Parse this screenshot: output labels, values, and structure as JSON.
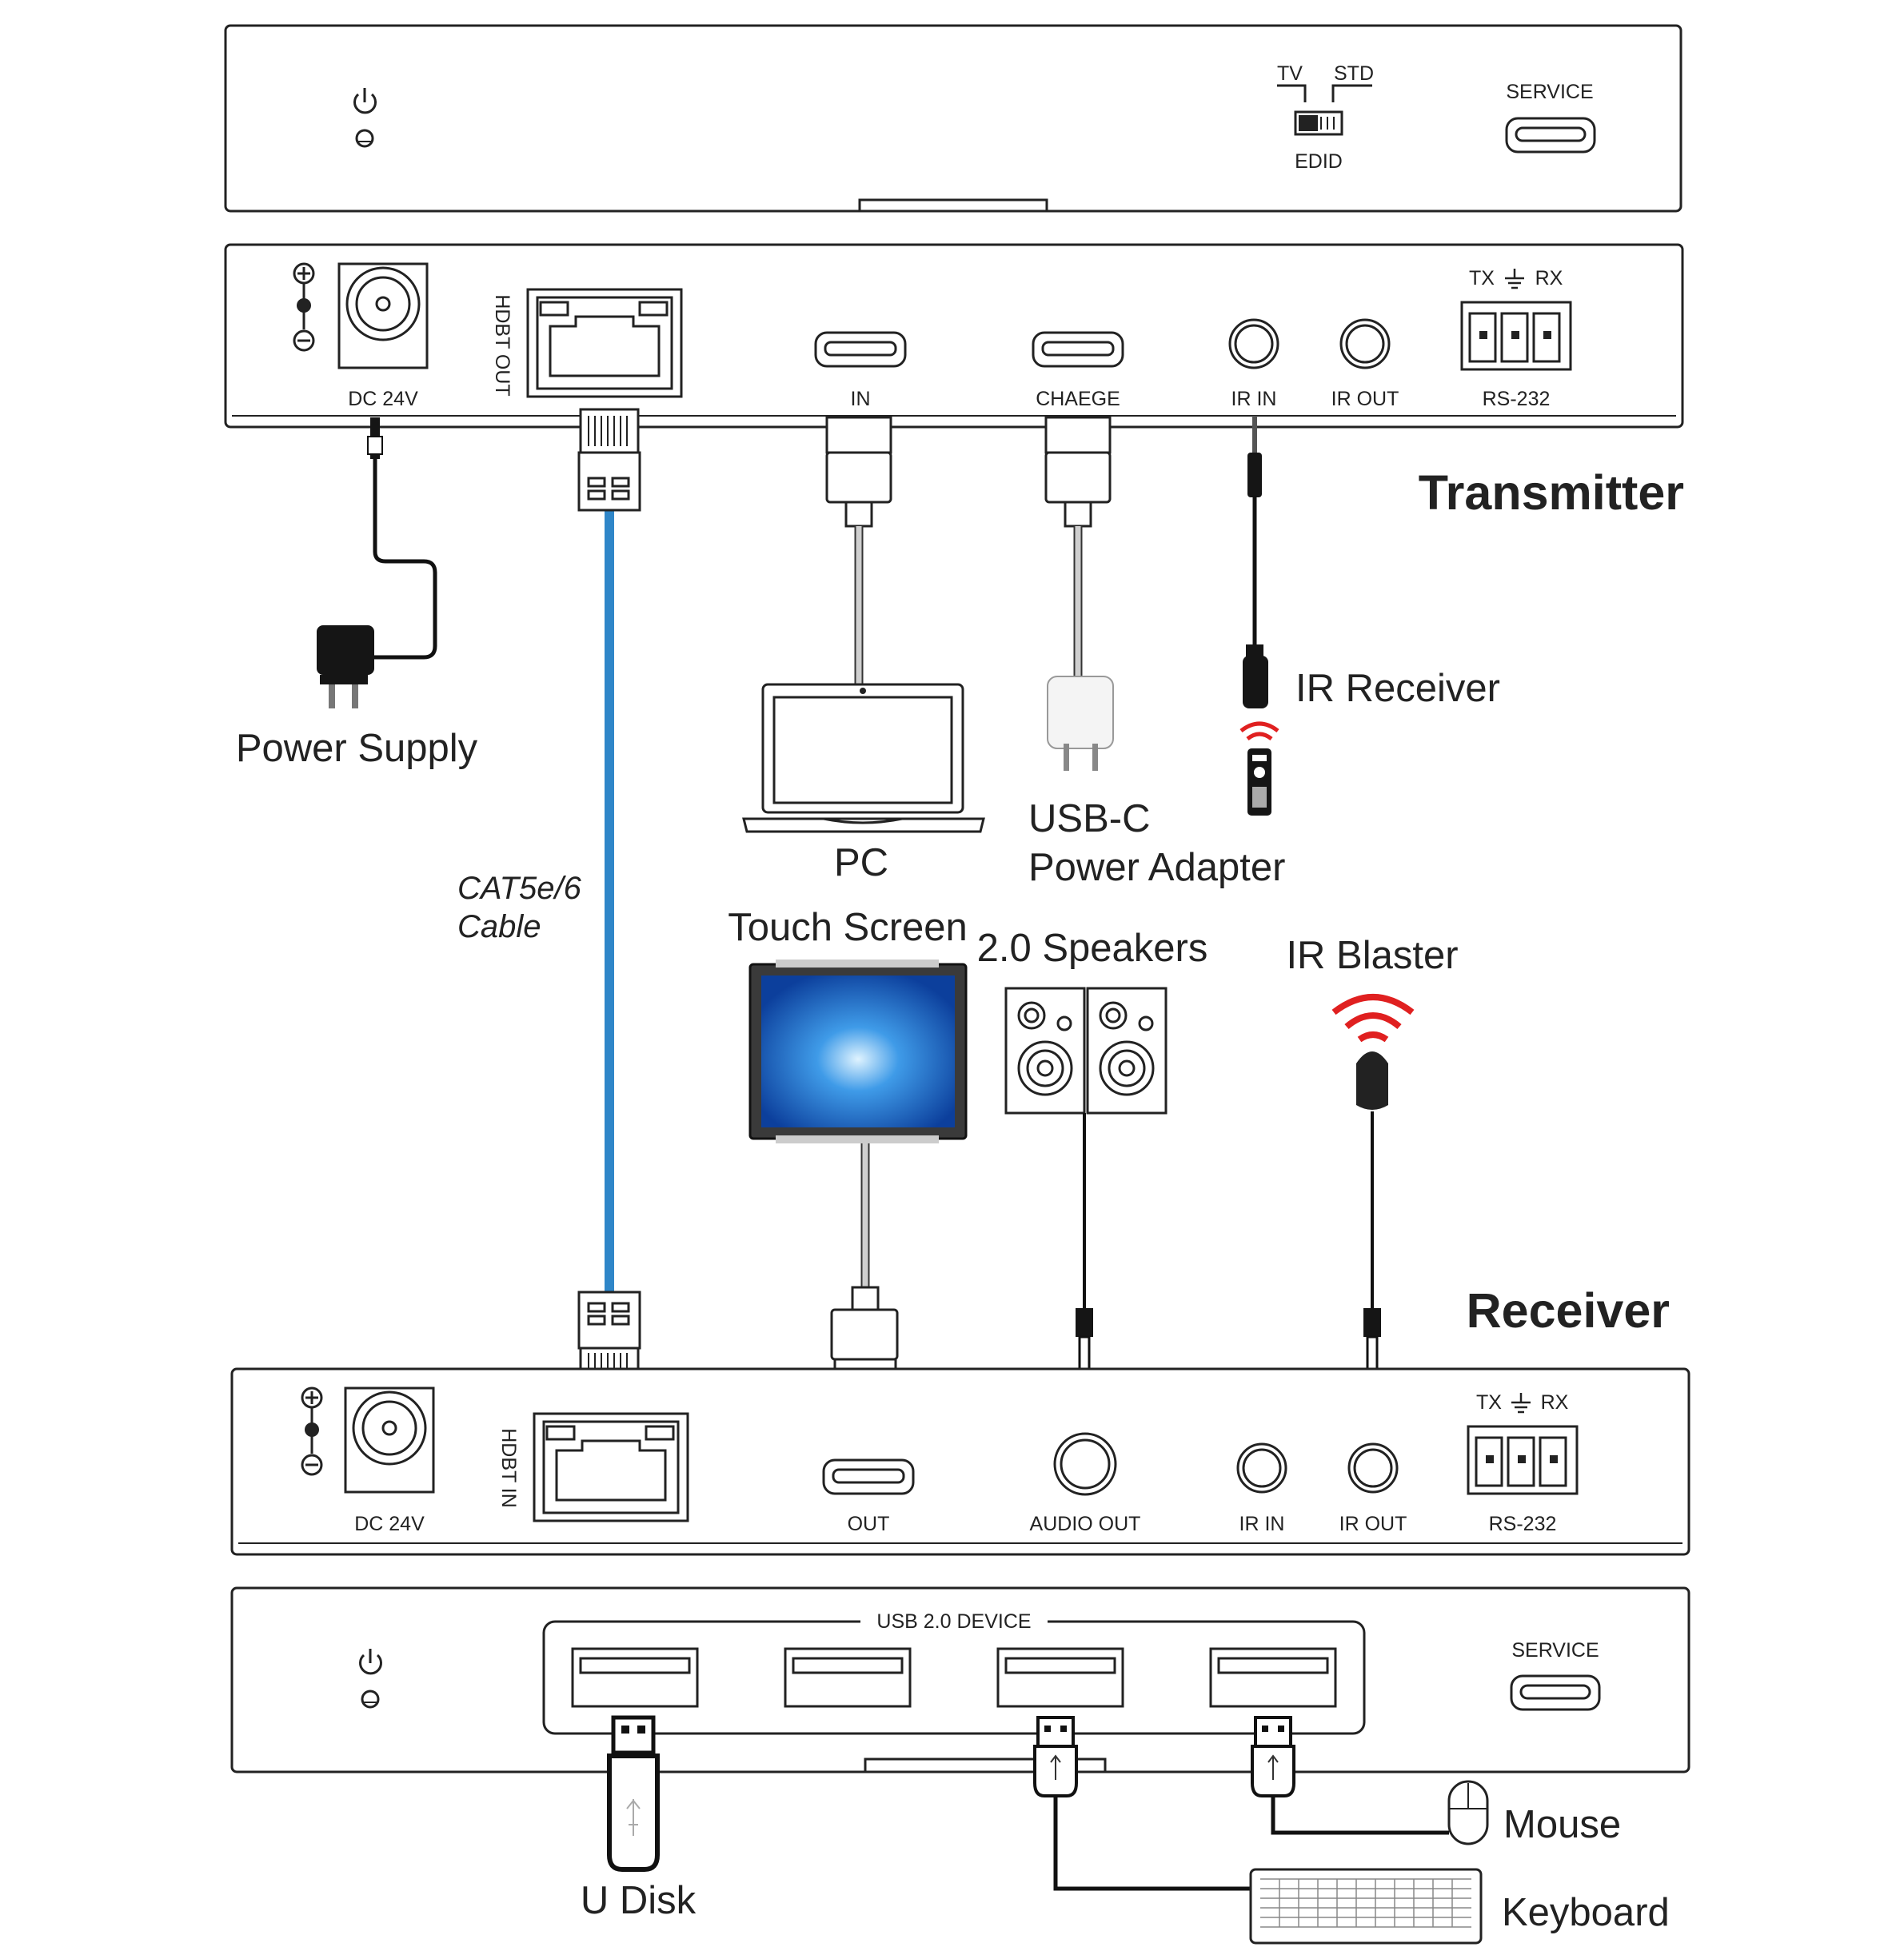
{
  "transmitter": {
    "title": "Transmitter",
    "front": {
      "edid_tv": "TV",
      "edid_std": "STD",
      "edid_label": "EDID",
      "service_label": "SERVICE"
    },
    "rear": {
      "dc_label": "DC 24V",
      "hdbt_label": "HDBT OUT",
      "in_label": "IN",
      "charge_label": "CHAEGE",
      "ir_in_label": "IR IN",
      "ir_out_label": "IR OUT",
      "rs232_label": "RS-232",
      "rs232_tx": "TX",
      "rs232_rx": "RX"
    }
  },
  "receiver": {
    "title": "Receiver",
    "rear": {
      "dc_label": "DC 24V",
      "hdbt_label": "HDBT IN",
      "out_label": "OUT",
      "audio_out_label": "AUDIO OUT",
      "ir_in_label": "IR IN",
      "ir_out_label": "IR OUT",
      "rs232_label": "RS-232",
      "rs232_tx": "TX",
      "rs232_rx": "RX"
    },
    "front": {
      "usb_group_label": "USB 2.0 DEVICE",
      "service_label": "SERVICE"
    }
  },
  "devices": {
    "power_supply": "Power Supply",
    "pc": "PC",
    "usbc_adapter_line1": "USB-C",
    "usbc_adapter_line2": "Power Adapter",
    "ir_receiver": "IR Receiver",
    "cable_line1": "CAT5e/6",
    "cable_line2": "Cable",
    "touch_screen": "Touch Screen",
    "speakers": "2.0 Speakers",
    "ir_blaster": "IR Blaster",
    "u_disk": "U Disk",
    "mouse": "Mouse",
    "keyboard": "Keyboard"
  },
  "colors": {
    "cat_cable": "#2f86c8",
    "signal_red": "#e02020",
    "screen_blue": "#1e6fd0"
  }
}
